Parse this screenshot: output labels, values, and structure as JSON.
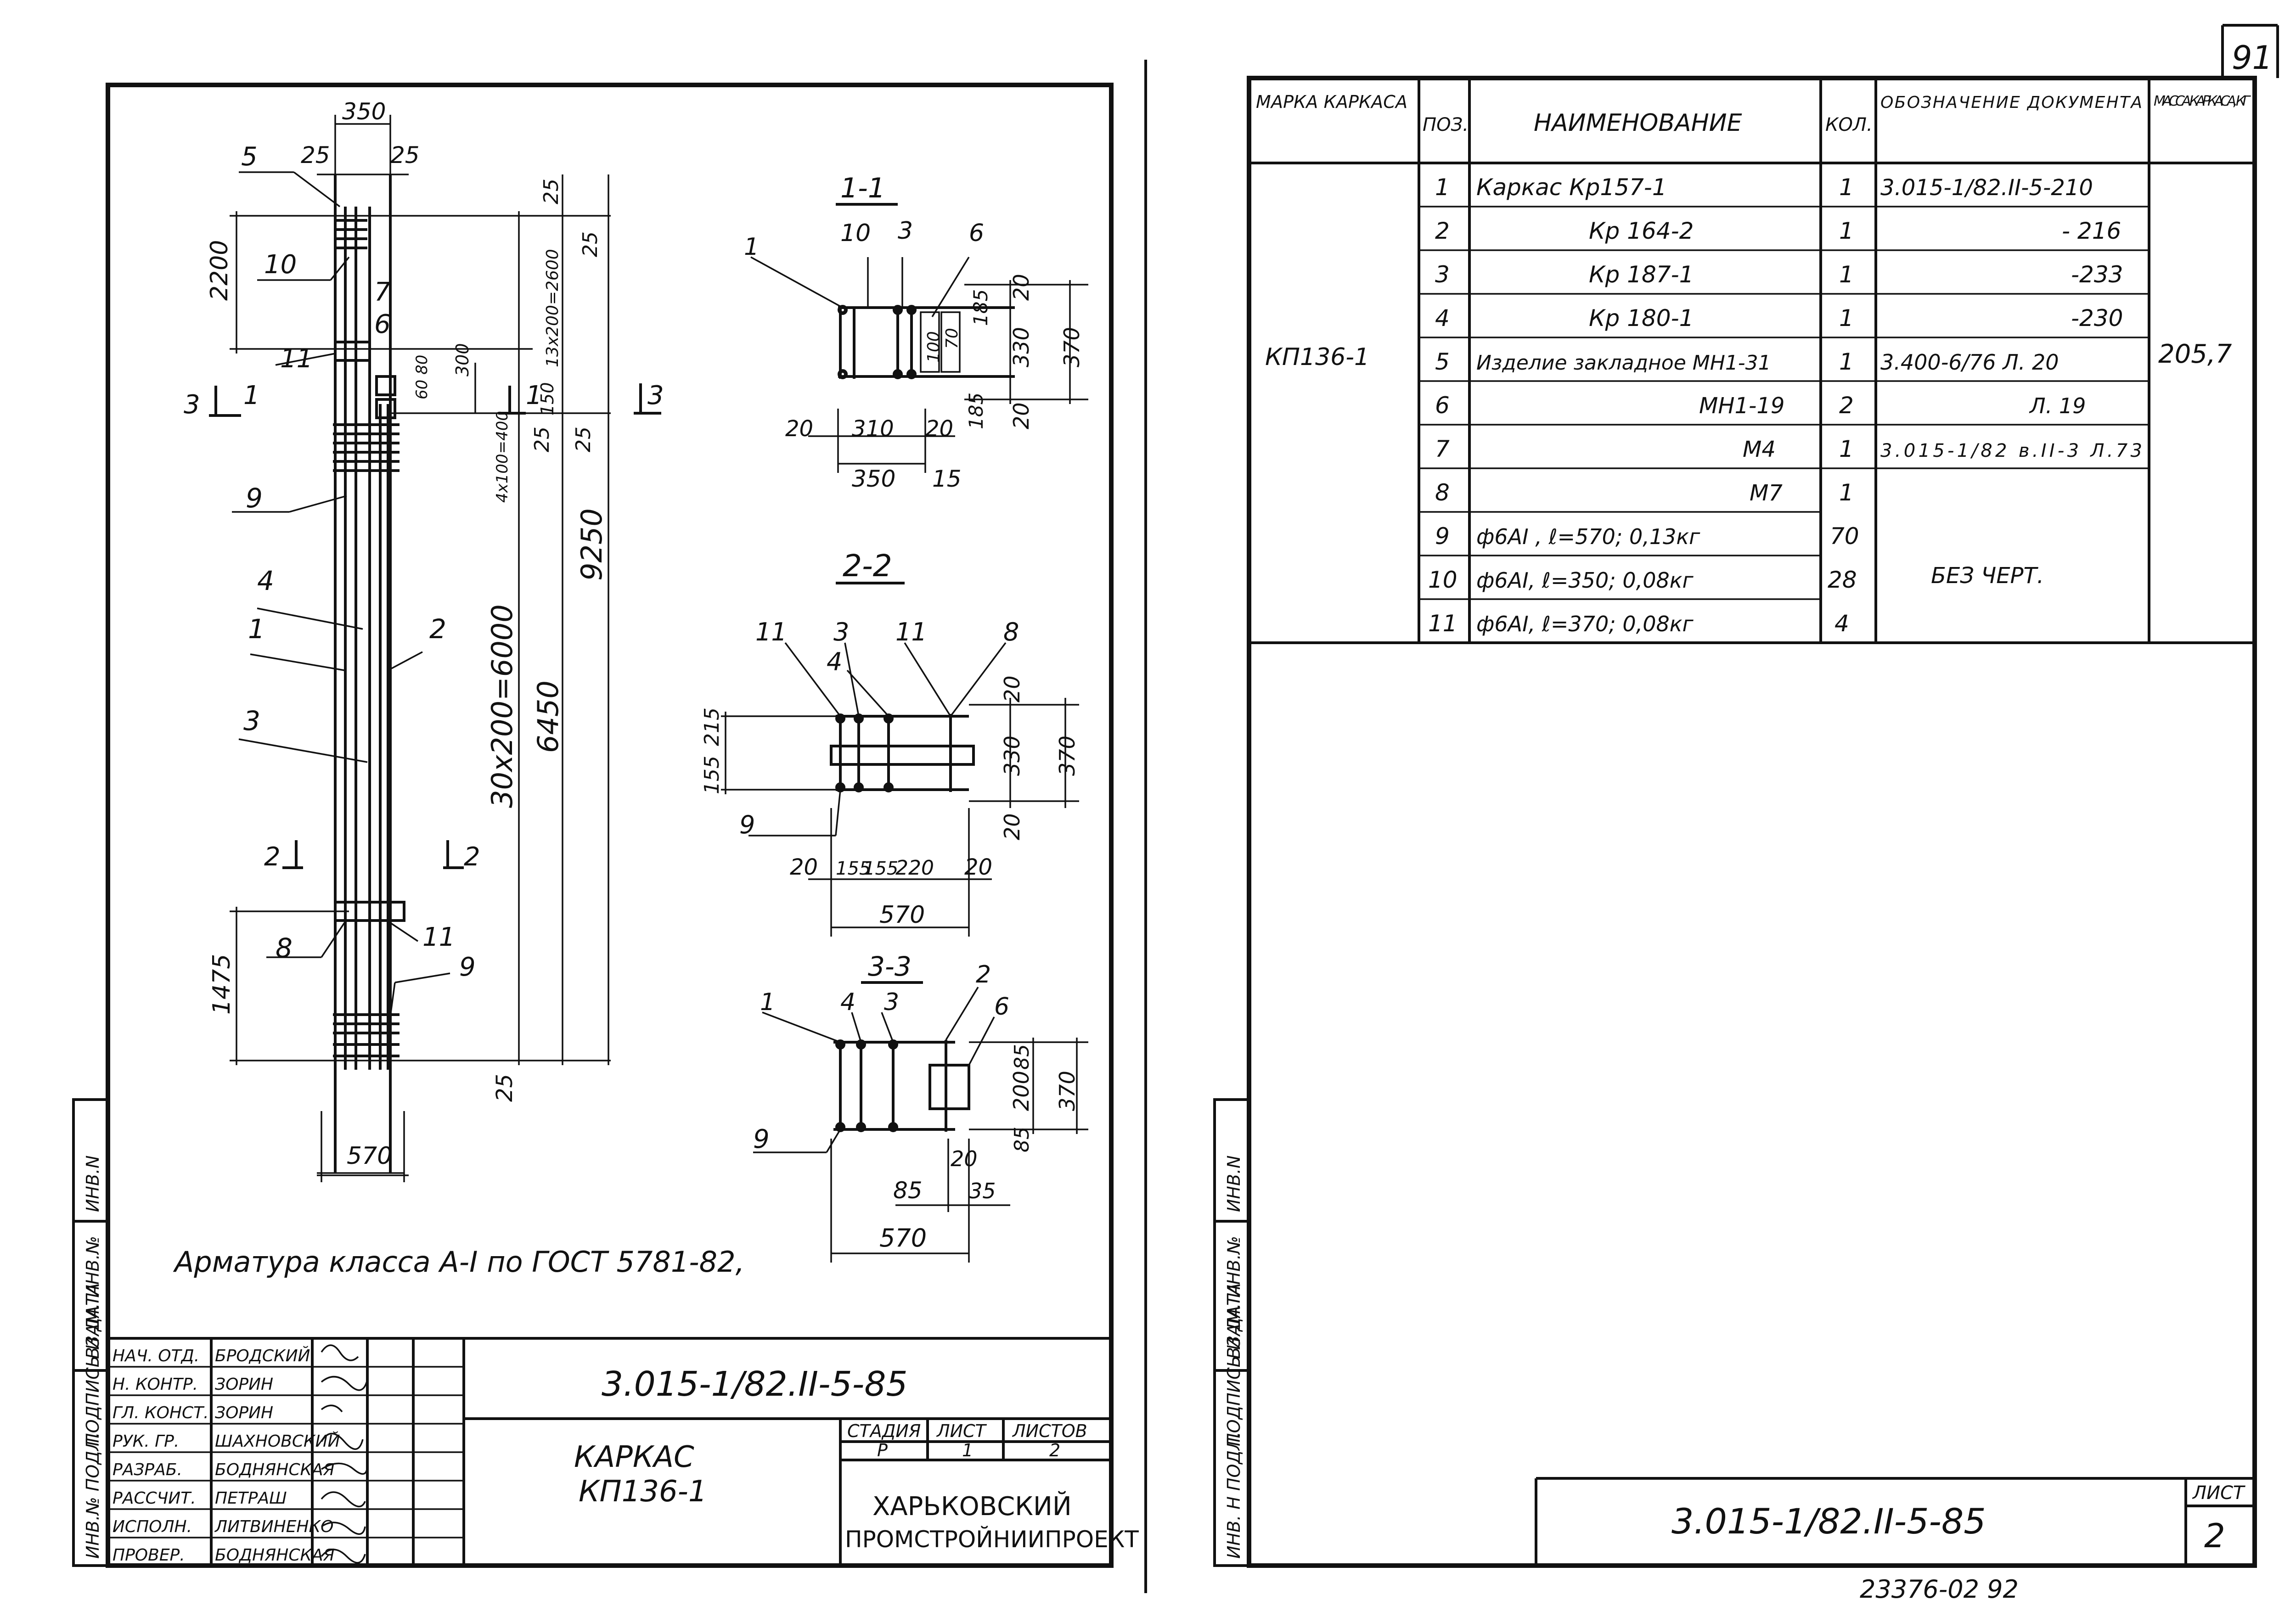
{
  "corner_stamp": "91",
  "bottom_code": "23376-02  92",
  "margin_labels": {
    "inv_podl": "ИНВ.№ ПОДЛ.",
    "podpis": "ПОДПИСЬ И ДАТА",
    "vzam": "ВЗАМ. ИНВ.№",
    "inv_podl_right": "ИНВ. Н ПОДЛ.",
    "podpis_right": "ПОДПИСЬ И ДАТА",
    "vzam_right": "ВЗАМ. ИНВ.№"
  },
  "left_sheet": {
    "elevation": {
      "top_width": "350",
      "cover_left": "25",
      "cover_right": "25",
      "dim_2200": "2200",
      "dim_13x200": "13x200=2600",
      "dim_25a": "25",
      "dim_25b": "25",
      "dim_25c": "25",
      "dim_25d": "25",
      "dim_25e": "25",
      "dim_300": "300",
      "dim_6080": "60 80",
      "dim_150": "150",
      "dim_4x100": "4x100=400",
      "dim_30x200": "30x200=6000",
      "dim_6450": "6450",
      "dim_9250": "9250",
      "dim_1475": "1475",
      "bottom_width": "570",
      "callouts": [
        "5",
        "10",
        "7",
        "6",
        "11",
        "9",
        "4",
        "1",
        "2",
        "3",
        "8",
        "11",
        "9"
      ],
      "section_marks": {
        "s1_left": "1",
        "s1_right": "1",
        "s2_left": "2",
        "s2_right": "2",
        "s3_left": "3",
        "s3_right": "3"
      }
    },
    "section_1_1": {
      "title": "1-1",
      "callouts": [
        "1",
        "10",
        "3",
        "6"
      ],
      "dims": [
        "20",
        "185",
        "330",
        "370",
        "185",
        "20",
        "100",
        "70",
        "20",
        "310",
        "20",
        "350",
        "15"
      ]
    },
    "section_2_2": {
      "title": "2-2",
      "callouts": [
        "11",
        "3",
        "4",
        "11",
        "8",
        "9"
      ],
      "dims": [
        "215",
        "155",
        "20",
        "330",
        "370",
        "20",
        "20",
        "155",
        "155",
        "220",
        "20",
        "570"
      ]
    },
    "section_3_3": {
      "title": "3-3",
      "callouts": [
        "1",
        "4",
        "3",
        "2",
        "6",
        "9"
      ],
      "dims": [
        "85",
        "200",
        "370",
        "85",
        "20",
        "85",
        "35",
        "570"
      ]
    },
    "note": "Арматура класса А-I по ГОСТ 5781-82,",
    "title_block": {
      "doc_code": "3.015-1/82.II-5-85",
      "title_line1": "КАРКАС",
      "title_line2": "КП136-1",
      "stage_header": "СТАДИЯ",
      "sheet_header": "ЛИСТ",
      "sheets_header": "ЛИСТОВ",
      "stage": "Р",
      "sheet": "1",
      "sheets": "2",
      "org_line1": "ХАРЬКОВСКИЙ",
      "org_line2": "ПРОМСТРОЙНИИПРОЕКТ",
      "staff": [
        {
          "role": "НАЧ. ОТД.",
          "name": "БРОДСКИЙ"
        },
        {
          "role": "Н. КОНТР.",
          "name": "ЗОРИН"
        },
        {
          "role": "ГЛ. КОНСТ.",
          "name": "ЗОРИН"
        },
        {
          "role": "РУК. ГР.",
          "name": "ШАХНОВСКИЙ"
        },
        {
          "role": "РАЗРАБ.",
          "name": "БОДНЯНСКАЯ"
        },
        {
          "role": "РАССЧИТ.",
          "name": "ПЕТРАШ"
        },
        {
          "role": "ИСПОЛН.",
          "name": "ЛИТВИНЕНКО"
        },
        {
          "role": "ПРОВЕР.",
          "name": "БОДНЯНСКАЯ"
        }
      ]
    }
  },
  "right_sheet": {
    "headers": {
      "marka": "МАРКА КАРКАСА",
      "poz": "ПОЗ.",
      "name": "НАИМЕНОВАНИЕ",
      "kol": "КОЛ.",
      "doc": "ОБОЗНАЧЕНИЕ ДОКУМЕНТА",
      "mass": "МАССА КАРКАСА, КГ"
    },
    "marka": "КП136-1",
    "mass": "205,7",
    "rows": [
      {
        "poz": "1",
        "name": "Каркас Кр157-1",
        "kol": "1",
        "doc": "3.015-1/82.II-5-210"
      },
      {
        "poz": "2",
        "name": "Кр 164-2",
        "kol": "1",
        "doc": "- 216"
      },
      {
        "poz": "3",
        "name": "Кр 187-1",
        "kol": "1",
        "doc": "-233"
      },
      {
        "poz": "4",
        "name": "Кр 180-1",
        "kol": "1",
        "doc": "-230"
      },
      {
        "poz": "5",
        "name": "Изделие закладное  МН1-31",
        "kol": "1",
        "doc": "3.400-6/76  Л. 20"
      },
      {
        "poz": "6",
        "name": "МН1-19",
        "kol": "2",
        "doc": "Л. 19"
      },
      {
        "poz": "7",
        "name": "М4",
        "kol": "1",
        "doc": "3.015-1/82 в.II-3 Л.73"
      },
      {
        "poz": "8",
        "name": "М7",
        "kol": "1",
        "doc": ""
      },
      {
        "poz": "9",
        "name": "ф6АI ,  ℓ=570;  0,13кг",
        "kol": "70",
        "doc": ""
      },
      {
        "poz": "10",
        "name": "ф6АI,  ℓ=350;  0,08кг",
        "kol": "28",
        "doc": ""
      },
      {
        "poz": "11",
        "name": "ф6АI,  ℓ=370;  0,08кг",
        "kol": "4",
        "doc": ""
      }
    ],
    "no_drawing": "БЕЗ ЧЕРТ.",
    "doc_code": "3.015-1/82.II-5-85",
    "sheet_label": "ЛИСТ",
    "sheet_no": "2"
  }
}
